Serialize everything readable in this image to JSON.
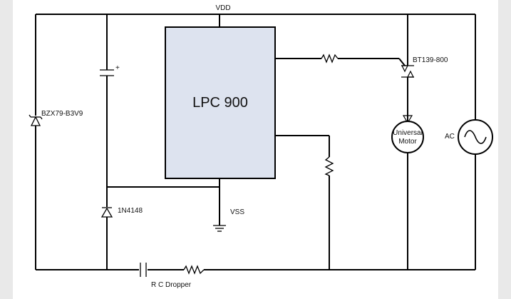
{
  "diagram": {
    "vdd_label": "VDD",
    "vss_label": "VSS",
    "chip_label": "LPC 900",
    "zener_label": "BZX79-B3V9",
    "diode_label": "1N4148",
    "triac_label": "BT139-800",
    "motor_label_line1": "Universal",
    "motor_label_line2": "Motor",
    "ac_label": "AC",
    "dropper_label": "R C Dropper",
    "cap_plus_label": "+",
    "colors": {
      "chip_fill": "#dde3ef",
      "wire": "#000000",
      "band": "#e9e9e9"
    }
  }
}
